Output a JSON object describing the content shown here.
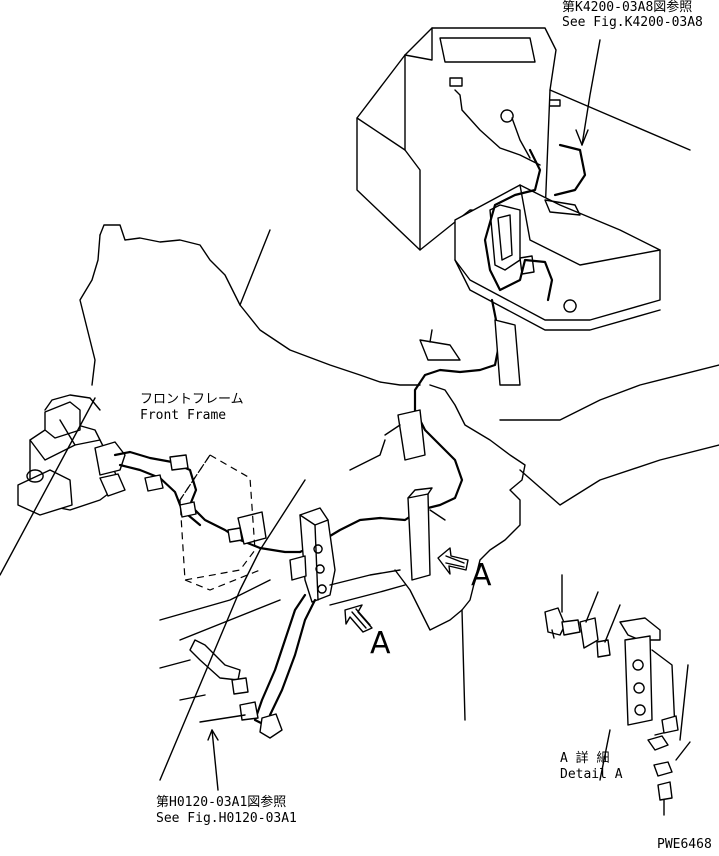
{
  "callouts": {
    "top_right_jp": "第K4200-03A8図参照",
    "top_right_en": "See Fig.K4200-03A8",
    "front_frame_jp": "フロントフレーム",
    "front_frame_en": "Front Frame",
    "bottom_jp": "第H0120-03A1図参照",
    "bottom_en": "See Fig.H0120-03A1",
    "detail_jp": "A 詳 細",
    "detail_en": "Detail A",
    "view_a1": "A",
    "view_a2": "A"
  },
  "drawing_number": "PWE6468"
}
